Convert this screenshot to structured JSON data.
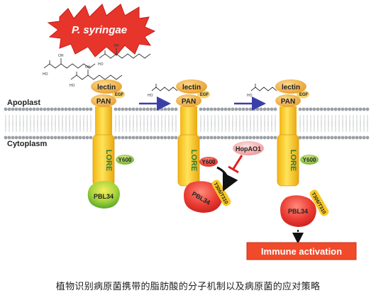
{
  "pathogen": {
    "name": "P. syringae"
  },
  "regions": {
    "apoplast": "Apoplast",
    "cytoplasm": "Cytoplasm"
  },
  "receptor": {
    "name": "LORE",
    "domains": {
      "lectin": "lectin",
      "egf": "EGF",
      "pan": "PAN"
    }
  },
  "kinase": {
    "name": "PBL34",
    "site_y": "Y600",
    "site_t": "T306/T310"
  },
  "effector": {
    "name": "HopAO1"
  },
  "output": {
    "label": "Immune activation"
  },
  "caption": "植物识别病原菌携带的脂肪酸的分子机制以及病原菌的应对策略",
  "colors": {
    "starburst": "#e8352c",
    "receptor_body": "#f7c825",
    "receptor_outline": "#d99a10",
    "domain_fill": "#f0b23a",
    "egf_fill": "#f8d26a",
    "site_green": "#8dc63f",
    "site_red": "#e23a36",
    "hopao1": "#f2a4a4",
    "arrow_blue": "#3a3fa8",
    "immune_box": "#f04a2a",
    "membrane_head": "#9aa0a6"
  }
}
